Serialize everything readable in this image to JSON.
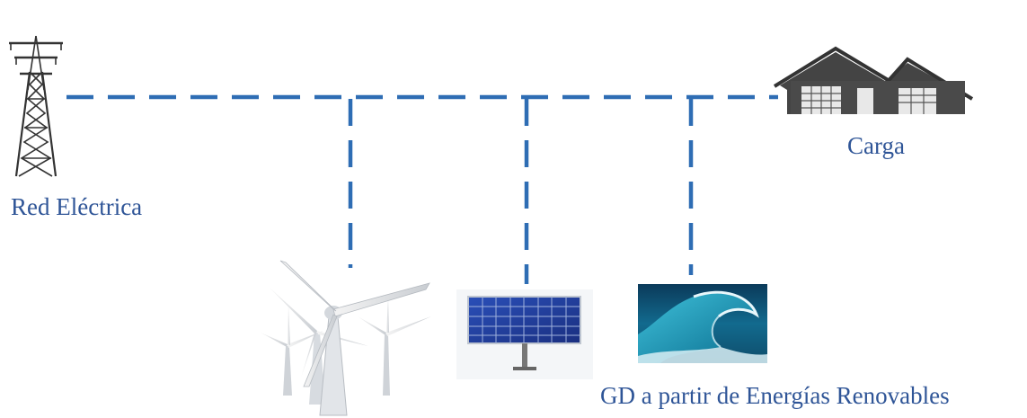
{
  "labels": {
    "grid": "Red Eléctrica",
    "load": "Carga",
    "generation": "GD a partir de Energías Renovables"
  },
  "icons": {
    "grid": "transmission-tower-icon",
    "load": "house-icon",
    "wind": "wind-turbines-icon",
    "solar": "solar-panel-icon",
    "wave": "ocean-wave-icon"
  },
  "colors": {
    "line": "#2e6db4",
    "text": "#2f5597",
    "tower": "#333333",
    "house": "#444444"
  }
}
